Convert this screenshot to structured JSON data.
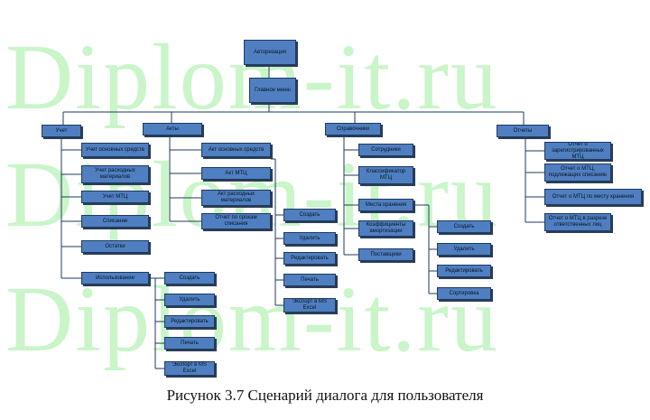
{
  "watermark": "Diplom-it.ru",
  "caption": "Рисунок 3.7 Сценарий диалога для пользователя",
  "nodes": {
    "auth": "Авторизация",
    "main_menu": "Главное меню",
    "uchet": "Учет",
    "akty": "Акты",
    "spravochniki": "Справочники",
    "otchety": "Отчеты",
    "uchet_items": [
      "Учет основных средств",
      "Учет расходных материалов",
      "Учет МТЦ",
      "Списание",
      "Остатки",
      "Использование"
    ],
    "ispolzovanie_actions": [
      "Создать",
      "Удалить",
      "Редактировать",
      "Печать",
      "Экспорт в MS Excel"
    ],
    "akty_items": [
      "Акт основных средств",
      "Акт МТЦ",
      "Акт расходных материалов",
      "Отчет по срокам списания"
    ],
    "akty_actions": [
      "Создать",
      "Удалить",
      "Редактировать",
      "Печать",
      "Экспорт в MS Excel"
    ],
    "sprav_items": [
      "Сотрудники",
      "Классификатор МТЦ",
      "Места хранения",
      "Коэффициенты амортизации",
      "Поставщики"
    ],
    "sprav_actions": [
      "Создать",
      "Удалить",
      "Редактировать",
      "Сортировка"
    ],
    "otchety_items": [
      "Отчет о зарегистрированных МТЦ",
      "Отчет о МТЦ, подлежащих списанию",
      "Отчет о МТЦ по месту хранения",
      "Отчет о МТЦ в разрезе ответственных лиц"
    ]
  }
}
